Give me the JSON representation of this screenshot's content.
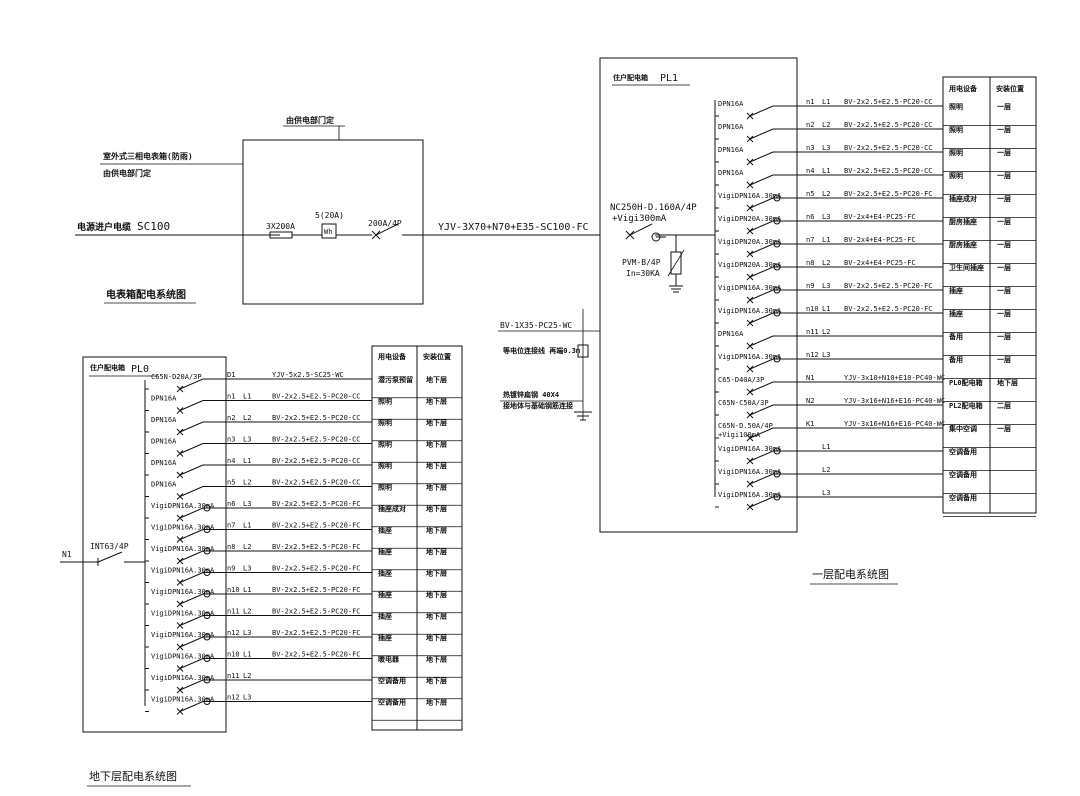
{
  "meter_box": {
    "top_note": "由供电部门定",
    "meter_note_1": "室外式三相电表箱(防雨)",
    "meter_note_2": "由供电部门定",
    "cable_label": "电源进户电缆",
    "cable_size": "SC100",
    "fuse_label": "3X200A",
    "meter_label": "5(20A)",
    "meter_symbol": "Wh",
    "breaker_label": "200A/4P",
    "feeder_label": "YJV-3X70+N70+E35-SC100-FC",
    "title": "电表箱配电系统图"
  },
  "pl1": {
    "box_label": "住户配电箱",
    "box_code": "PL1",
    "main_breaker_1": "NC250H-D.160A/4P",
    "main_breaker_2": "+Vigi300mA",
    "spd_1": "PVM-B/4P",
    "spd_2": "In=30KA",
    "ground_cable": "BV-1X35-PC25-WC",
    "ground_note_1": "等电位连接线 再端0.3m",
    "ground_note_2": "热镀锌扁钢 40X4",
    "ground_note_3": "接地体与基础钢筋连接",
    "title": "一层配电系统图",
    "col_use": "用电设备",
    "col_pos": "安装位置",
    "circuits": [
      {
        "breaker": "DPN16A",
        "circuit": "n1",
        "phase": "L1",
        "cable": "BV-2x2.5+E2.5-PC20-CC",
        "use": "照明",
        "pos": "一层"
      },
      {
        "breaker": "DPN16A",
        "circuit": "n2",
        "phase": "L2",
        "cable": "BV-2x2.5+E2.5-PC20-CC",
        "use": "照明",
        "pos": "一层"
      },
      {
        "breaker": "DPN16A",
        "circuit": "n3",
        "phase": "L3",
        "cable": "BV-2x2.5+E2.5-PC20-CC",
        "use": "照明",
        "pos": "一层"
      },
      {
        "breaker": "DPN16A",
        "circuit": "n4",
        "phase": "L1",
        "cable": "BV-2x2.5+E2.5-PC20-CC",
        "use": "照明",
        "pos": "一层"
      },
      {
        "breaker": "VigiDPN16A.30mA",
        "circuit": "n5",
        "phase": "L2",
        "cable": "BV-2x2.5+E2.5-PC20-FC",
        "use": "插座成对",
        "pos": "一层"
      },
      {
        "breaker": "VigiDPN20A.30mA",
        "circuit": "n6",
        "phase": "L3",
        "cable": "BV-2x4+E4-PC25-FC",
        "use": "厨房插座",
        "pos": "一层"
      },
      {
        "breaker": "VigiDPN20A.30mA",
        "circuit": "n7",
        "phase": "L1",
        "cable": "BV-2x4+E4-PC25-FC",
        "use": "厨房插座",
        "pos": "一层"
      },
      {
        "breaker": "VigiDPN20A.30mA",
        "circuit": "n8",
        "phase": "L2",
        "cable": "BV-2x4+E4-PC25-FC",
        "use": "卫生间插座",
        "pos": "一层"
      },
      {
        "breaker": "VigiDPN16A.30mA",
        "circuit": "n9",
        "phase": "L3",
        "cable": "BV-2x2.5+E2.5-PC20-FC",
        "use": "插座",
        "pos": "一层"
      },
      {
        "breaker": "VigiDPN16A.30mA",
        "circuit": "n10",
        "phase": "L1",
        "cable": "BV-2x2.5+E2.5-PC20-FC",
        "use": "插座",
        "pos": "一层"
      },
      {
        "breaker": "DPN16A",
        "circuit": "n11",
        "phase": "L2",
        "cable": "",
        "use": "备用",
        "pos": "一层"
      },
      {
        "breaker": "VigiDPN16A.30mA",
        "circuit": "n12",
        "phase": "L3",
        "cable": "",
        "use": "备用",
        "pos": "一层"
      },
      {
        "breaker": "C65-D40A/3P",
        "circuit": "N1",
        "phase": "",
        "cable": "YJV-3x10+N10+E10-PC40-WC",
        "use": "PL0配电箱",
        "pos": "地下层"
      },
      {
        "breaker": "C65N-C50A/3P",
        "circuit": "N2",
        "phase": "",
        "cable": "YJV-3x16+N16+E16-PC40-WC",
        "use": "PL2配电箱",
        "pos": "二层"
      },
      {
        "breaker": "C65N-D.50A/4P",
        "breaker2": "+Vigi100mA",
        "circuit": "K1",
        "phase": "",
        "cable": "YJV-3x16+N16+E16-PC40-WC",
        "use": "集中空调",
        "pos": "一层"
      },
      {
        "breaker": "VigiDPN16A.30mA",
        "circuit": "",
        "phase": "L1",
        "cable": "",
        "use": "空调备用",
        "pos": ""
      },
      {
        "breaker": "VigiDPN16A.30mA",
        "circuit": "",
        "phase": "L2",
        "cable": "",
        "use": "空调备用",
        "pos": ""
      },
      {
        "breaker": "VigiDPN16A.30mA",
        "circuit": "",
        "phase": "L3",
        "cable": "",
        "use": "空调备用",
        "pos": ""
      }
    ]
  },
  "pl0": {
    "box_label": "住户配电箱",
    "box_code": "PL0",
    "incoming": "N1",
    "main_breaker": "INT63/4P",
    "title": "地下层配电系统图",
    "col_use": "用电设备",
    "col_pos": "安装位置",
    "circuits": [
      {
        "breaker": "C65N-D20A/3P",
        "circuit": "D1",
        "phase": "",
        "cable": "YJV-5x2.5-SC25-WC",
        "use": "潜污泵预留",
        "pos": "地下层"
      },
      {
        "breaker": "DPN16A",
        "circuit": "n1",
        "phase": "L1",
        "cable": "BV-2x2.5+E2.5-PC20-CC",
        "use": "照明",
        "pos": "地下层"
      },
      {
        "breaker": "DPN16A",
        "circuit": "n2",
        "phase": "L2",
        "cable": "BV-2x2.5+E2.5-PC20-CC",
        "use": "照明",
        "pos": "地下层"
      },
      {
        "breaker": "DPN16A",
        "circuit": "n3",
        "phase": "L3",
        "cable": "BV-2x2.5+E2.5-PC20-CC",
        "use": "照明",
        "pos": "地下层"
      },
      {
        "breaker": "DPN16A",
        "circuit": "n4",
        "phase": "L1",
        "cable": "BV-2x2.5+E2.5-PC20-CC",
        "use": "照明",
        "pos": "地下层"
      },
      {
        "breaker": "DPN16A",
        "circuit": "n5",
        "phase": "L2",
        "cable": "BV-2x2.5+E2.5-PC20-CC",
        "use": "照明",
        "pos": "地下层"
      },
      {
        "breaker": "VigiDPN16A.30mA",
        "circuit": "n6",
        "phase": "L3",
        "cable": "BV-2x2.5+E2.5-PC20-FC",
        "use": "插座成对",
        "pos": "地下层"
      },
      {
        "breaker": "VigiDPN16A.30mA",
        "circuit": "n7",
        "phase": "L1",
        "cable": "BV-2x2.5+E2.5-PC20-FC",
        "use": "插座",
        "pos": "地下层"
      },
      {
        "breaker": "VigiDPN16A.30mA",
        "circuit": "n8",
        "phase": "L2",
        "cable": "BV-2x2.5+E2.5-PC20-FC",
        "use": "插座",
        "pos": "地下层"
      },
      {
        "breaker": "VigiDPN16A.30mA",
        "circuit": "n9",
        "phase": "L3",
        "cable": "BV-2x2.5+E2.5-PC20-FC",
        "use": "插座",
        "pos": "地下层"
      },
      {
        "breaker": "VigiDPN16A.30mA",
        "circuit": "n10",
        "phase": "L1",
        "cable": "BV-2x2.5+E2.5-PC20-FC",
        "use": "插座",
        "pos": "地下层"
      },
      {
        "breaker": "VigiDPN16A.30mA",
        "circuit": "n11",
        "phase": "L2",
        "cable": "BV-2x2.5+E2.5-PC20-FC",
        "use": "插座",
        "pos": "地下层"
      },
      {
        "breaker": "VigiDPN16A.30mA",
        "circuit": "n12",
        "phase": "L3",
        "cable": "BV-2x2.5+E2.5-PC20-FC",
        "use": "插座",
        "pos": "地下层"
      },
      {
        "breaker": "VigiDPN16A.30mA",
        "circuit": "n10",
        "phase": "L1",
        "cable": "BV-2x2.5+E2.5-PC20-FC",
        "use": "暖电器",
        "pos": "地下层"
      },
      {
        "breaker": "VigiDPN16A.30mA",
        "circuit": "n11",
        "phase": "L2",
        "cable": "",
        "use": "空调备用",
        "pos": "地下层"
      },
      {
        "breaker": "VigiDPN16A.30mA",
        "circuit": "n12",
        "phase": "L3",
        "cable": "",
        "use": "空调备用",
        "pos": "地下层"
      }
    ]
  }
}
